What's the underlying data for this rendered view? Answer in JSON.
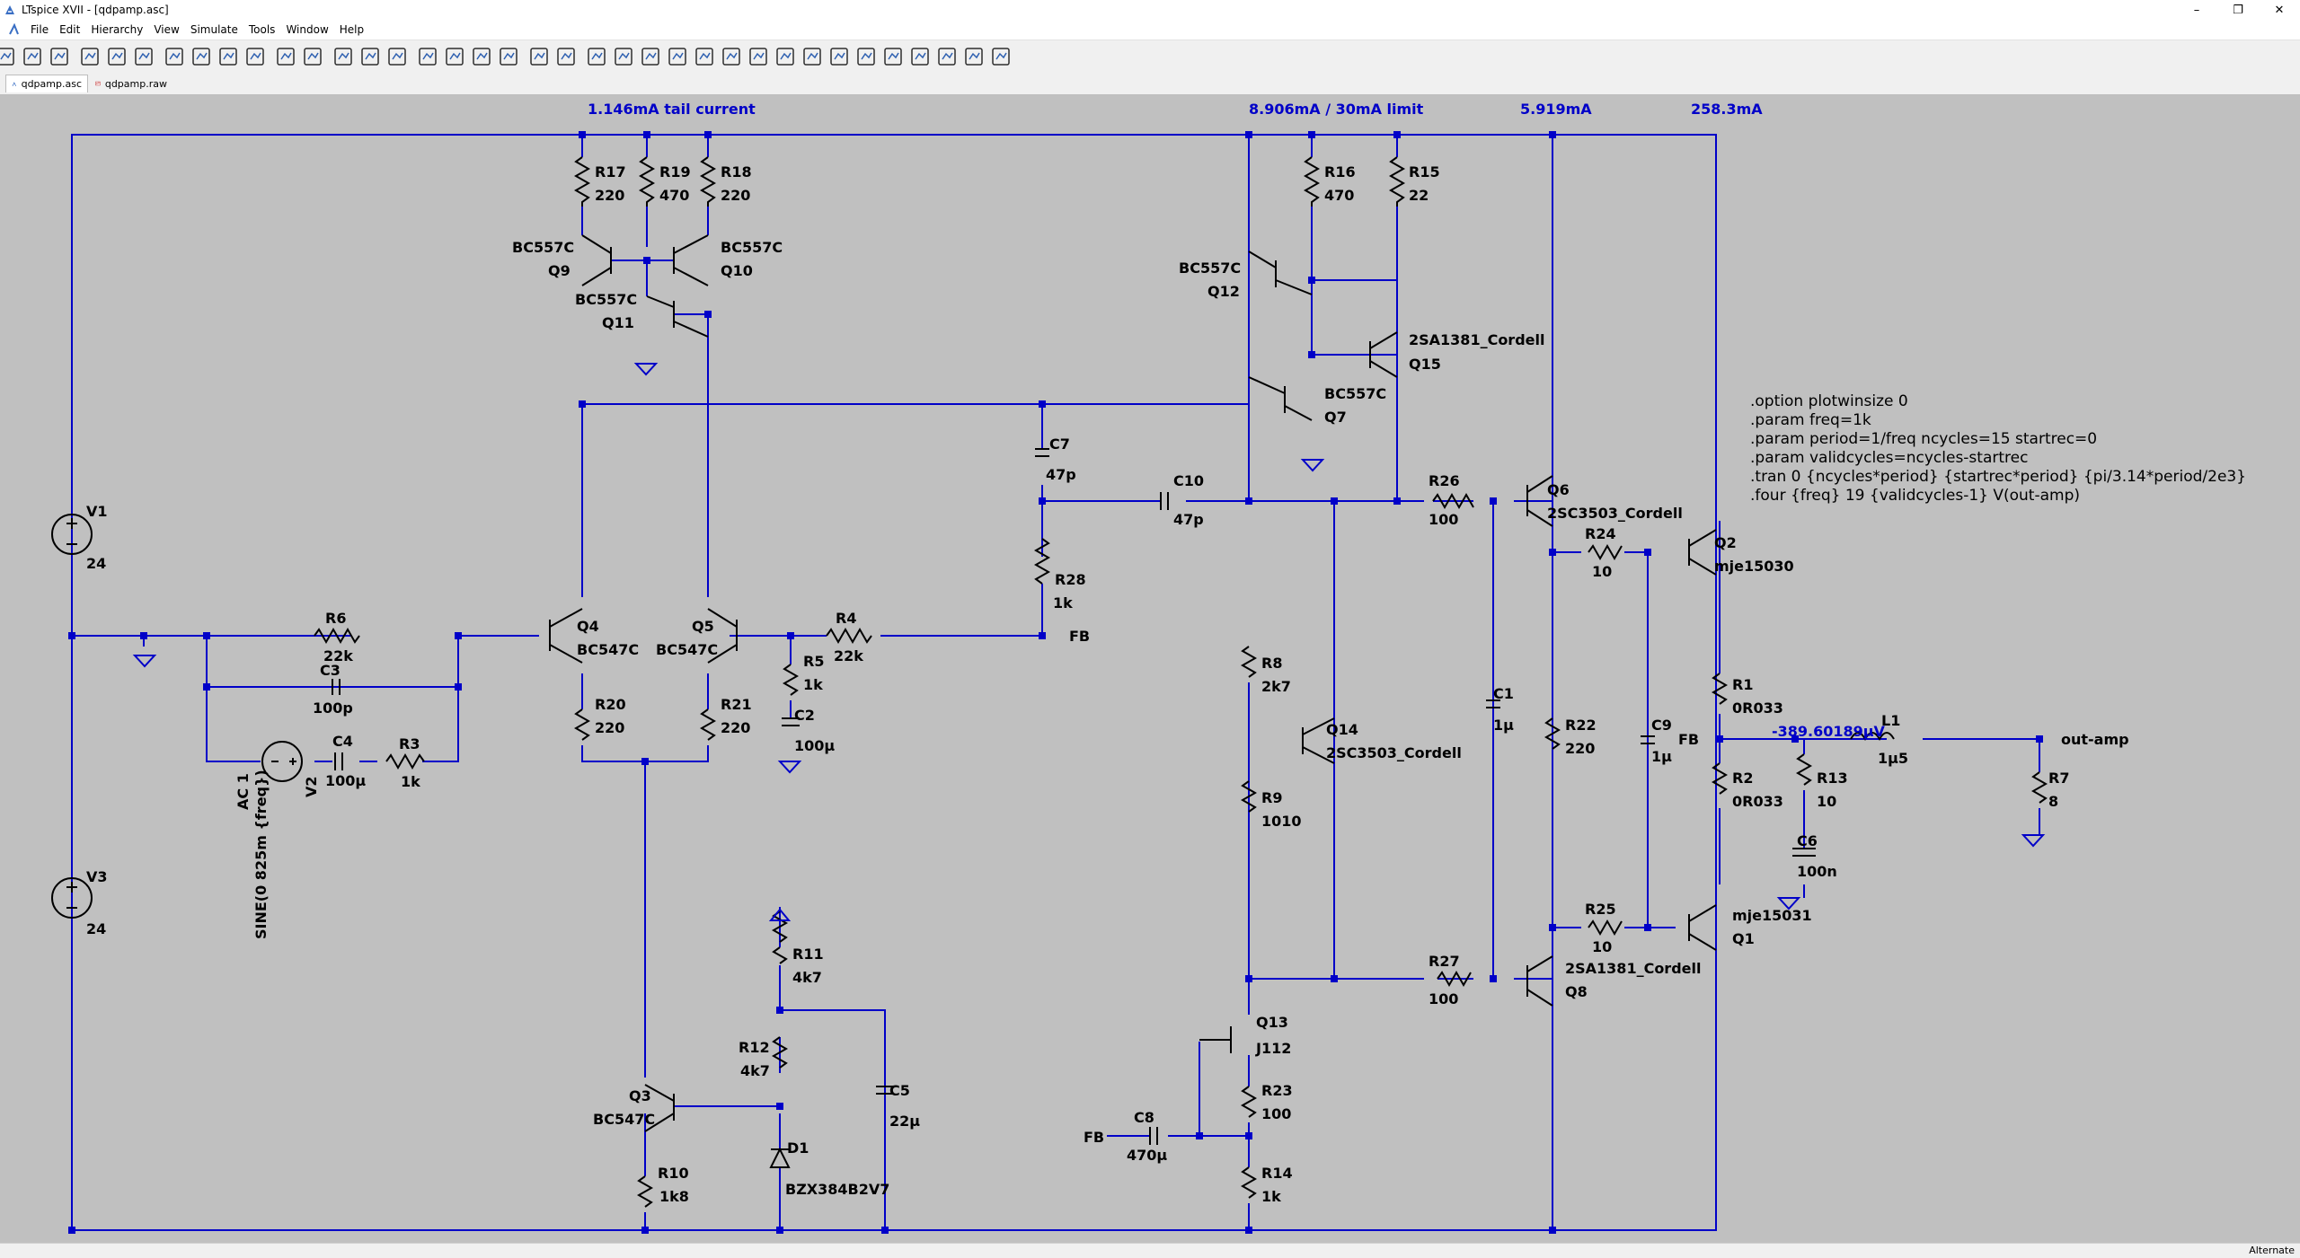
{
  "window": {
    "title": "LTspice XVII - [qdpamp.asc]",
    "controls": {
      "minimize": "–",
      "restore": "❐",
      "close": "✕"
    }
  },
  "menu": [
    "File",
    "Edit",
    "Hierarchy",
    "View",
    "Simulate",
    "Tools",
    "Window",
    "Help"
  ],
  "toolbar_icons": [
    "run-icon",
    "open-icon",
    "save-icon",
    "control-panel-icon",
    "probe-icon",
    "pan-icon",
    "zoom-in-icon",
    "zoom-fit-icon",
    "zoom-out-icon",
    "zoom-cancel-icon",
    "waveform-icon",
    "waveform-tile-icon",
    "tile-horizontal-icon",
    "tile-vertical-icon",
    "cascade-icon",
    "cut-icon",
    "copy-icon",
    "paste-icon",
    "find-icon",
    "print-icon",
    "print-setup-icon",
    "draw-wire-icon",
    "ground-icon",
    "label-net-icon",
    "resistor-icon",
    "capacitor-icon",
    "inductor-icon",
    "diode-icon",
    "component-icon",
    "move-icon",
    "drag-icon",
    "undo-icon",
    "redo-icon",
    "rotate-icon",
    "mirror-icon",
    "text-icon",
    "spice-directive-icon"
  ],
  "tabs": [
    {
      "label": "qdpamp.asc",
      "icon": "schematic-tab-icon",
      "active": true
    },
    {
      "label": "qdpamp.raw",
      "icon": "waveform-tab-icon",
      "active": false
    }
  ],
  "schematic": {
    "annotations": {
      "tail_current": "1.146mA tail current",
      "vas_current": "8.906mA / 30mA limit",
      "q6_current": "5.919mA",
      "output_current": "258.3mA",
      "output_offset": "-389.60189µV"
    },
    "components": [
      {
        "ref": "V1",
        "value": "24"
      },
      {
        "ref": "V3",
        "value": "24"
      },
      {
        "ref": "R17",
        "value": "220"
      },
      {
        "ref": "R19",
        "value": "470"
      },
      {
        "ref": "R18",
        "value": "220"
      },
      {
        "ref": "Q9",
        "value": "BC557C"
      },
      {
        "ref": "Q10",
        "value": "BC557C"
      },
      {
        "ref": "Q11",
        "value": "BC557C"
      },
      {
        "ref": "Q12",
        "value": "BC557C"
      },
      {
        "ref": "Q7",
        "value": "BC557C"
      },
      {
        "ref": "R16",
        "value": "470"
      },
      {
        "ref": "R15",
        "value": "22"
      },
      {
        "ref": "Q15",
        "value": "2SA1381_Cordell"
      },
      {
        "ref": "C7",
        "value": "47p"
      },
      {
        "ref": "C10",
        "value": "47p"
      },
      {
        "ref": "R26",
        "value": "100"
      },
      {
        "ref": "Q6",
        "value": "2SC3503_Cordell"
      },
      {
        "ref": "R24",
        "value": "10"
      },
      {
        "ref": "Q2",
        "value": "mje15030"
      },
      {
        "ref": "R6",
        "value": "22k"
      },
      {
        "ref": "C3",
        "value": "100p"
      },
      {
        "ref": "Q4",
        "value": "BC547C"
      },
      {
        "ref": "Q5",
        "value": "BC547C"
      },
      {
        "ref": "R4",
        "value": "22k"
      },
      {
        "ref": "R28",
        "value": "1k"
      },
      {
        "ref": "R5",
        "value": "1k"
      },
      {
        "ref": "C2",
        "value": "100µ"
      },
      {
        "ref": "R20",
        "value": "220"
      },
      {
        "ref": "R21",
        "value": "220"
      },
      {
        "ref": "V2",
        "value": "AC 1"
      },
      {
        "ref": "C4",
        "value": "100µ"
      },
      {
        "ref": "R3",
        "value": "1k"
      },
      {
        "ref": "R8",
        "value": "2k7"
      },
      {
        "ref": "Q14",
        "value": "2SC3503_Cordell"
      },
      {
        "ref": "R9",
        "value": "1010"
      },
      {
        "ref": "C1",
        "value": "1µ"
      },
      {
        "ref": "R22",
        "value": "220"
      },
      {
        "ref": "C9",
        "value": "1µ"
      },
      {
        "ref": "R1",
        "value": "0R033"
      },
      {
        "ref": "R2",
        "value": "0R033"
      },
      {
        "ref": "L1",
        "value": "1µ5"
      },
      {
        "ref": "R13",
        "value": "10"
      },
      {
        "ref": "C6",
        "value": "100n"
      },
      {
        "ref": "R7",
        "value": "8"
      },
      {
        "ref": "R25",
        "value": "10"
      },
      {
        "ref": "Q1",
        "value": "mje15031"
      },
      {
        "ref": "R27",
        "value": "100"
      },
      {
        "ref": "Q8",
        "value": "2SA1381_Cordell"
      },
      {
        "ref": "R11",
        "value": "4k7"
      },
      {
        "ref": "R12",
        "value": "4k7"
      },
      {
        "ref": "C5",
        "value": "22µ"
      },
      {
        "ref": "Q3",
        "value": "BC547C"
      },
      {
        "ref": "D1",
        "value": "BZX384B2V7"
      },
      {
        "ref": "R10",
        "value": "1k8"
      },
      {
        "ref": "Q13",
        "value": "J112"
      },
      {
        "ref": "R23",
        "value": "100"
      },
      {
        "ref": "C8",
        "value": "470µ"
      },
      {
        "ref": "R14",
        "value": "1k"
      }
    ],
    "v2_source": "SINE(0 825m {freq})",
    "net_labels": {
      "fb": "FB",
      "out": "out-amp"
    },
    "spice_directives": [
      ".option plotwinsize 0",
      ".param freq=1k",
      ".param period=1/freq ncycles=15 startrec=0",
      ".param validcycles=ncycles-startrec",
      ".tran 0 {ncycles*period} {startrec*period} {pi/3.14*period/2e3}",
      ".four {freq} 19 {validcycles-1} V(out-amp)"
    ]
  },
  "status": {
    "text": "Alternate"
  },
  "colors": {
    "wire": "#0000c8",
    "canvas": "#c0c0c0",
    "component": "#000000",
    "annotation": "#0000c8"
  }
}
